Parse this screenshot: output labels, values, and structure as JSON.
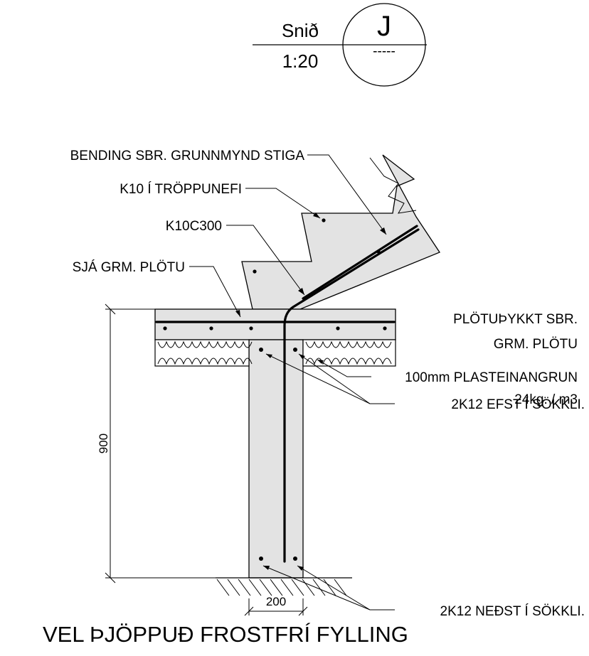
{
  "title": {
    "section_label": "Snið",
    "scale": "1:20",
    "section_letter": "J",
    "sheet_ref": "-----"
  },
  "annotations": {
    "bending": "BENDING SBR. GRUNNMYND STIGA",
    "k10_nose": "K10 Í TRÖPPUNEFI",
    "k10c300": "K10C300",
    "sja_grm": "SJÁ GRM. PLÖTU",
    "plotu_line1": "PLÖTUÞYKKT SBR.",
    "plotu_line2": "GRM. PLÖTU",
    "insul_line1": "100mm PLASTEINANGRUN",
    "insul_line2": "24kg. / m3",
    "top_bars": "2K12 EFST Í SÖKKLI.",
    "bottom_bars": "2K12 NEÐST Í SÖKKLI.",
    "fill": "VEL ÞJÖPPUÐ FROSTFRÍ FYLLING"
  },
  "dimensions": {
    "height": "900",
    "width": "200"
  }
}
